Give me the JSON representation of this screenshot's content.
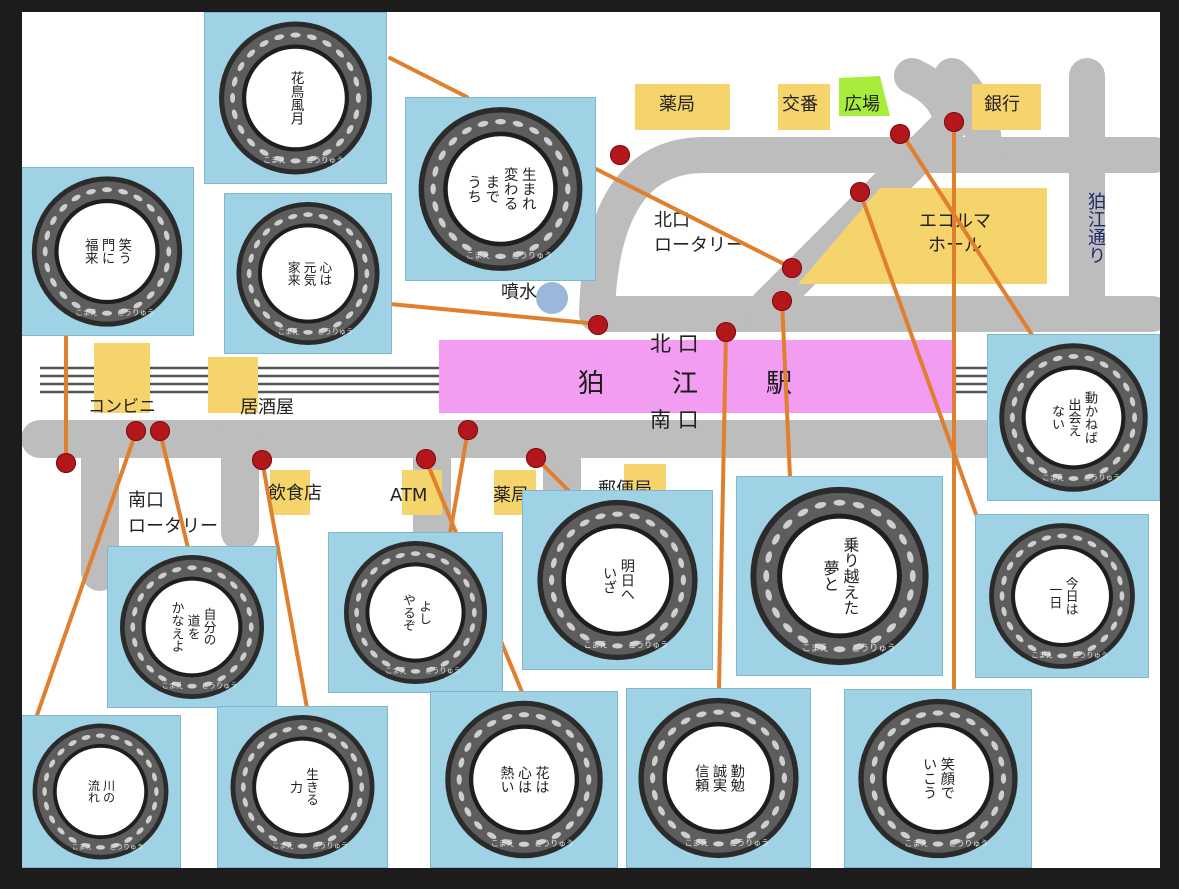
{
  "station": {
    "c1": "狛",
    "c2": "江",
    "c3": "駅"
  },
  "exits": {
    "north": "北 口",
    "south": "南 口"
  },
  "places": {
    "pharmacy_north": "薬局",
    "police_box": "交番",
    "plaza": "広場",
    "bank": "銀行",
    "north_rotary": "北口\nロータリー",
    "ecoma_hall": "エコルマ\nホール",
    "fountain": "噴水",
    "komae_street": "狛江通り",
    "convenience": "コンビニ",
    "izakaya": "居酒屋",
    "south_rotary": "南口\nロータリー",
    "restaurant": "飲食店",
    "atm": "ATM",
    "pharmacy_south": "薬局",
    "post_office": "郵便局"
  },
  "covers": [
    {
      "id": 1,
      "poem": "花鳥風月"
    },
    {
      "id": 2,
      "poem": "生まれ\n変わる\nまで\nうち"
    },
    {
      "id": 3,
      "poem": "笑う\n門に\n福来"
    },
    {
      "id": 4,
      "poem": "心は\n元気\n家来"
    },
    {
      "id": 5,
      "poem": "動かねば\n出会え\nない"
    },
    {
      "id": 6,
      "poem": "自分の\n道を\nかなえよ"
    },
    {
      "id": 7,
      "poem": "よし\nやるぞ"
    },
    {
      "id": 8,
      "poem": "明日へ\nいざ"
    },
    {
      "id": 9,
      "poem": "乗り越えた\n夢と"
    },
    {
      "id": 10,
      "poem": "今日は\n一日"
    },
    {
      "id": 11,
      "poem": "川の\n流れ"
    },
    {
      "id": 12,
      "poem": "生きる\n力"
    },
    {
      "id": 13,
      "poem": "花は\n心は\n熱い"
    },
    {
      "id": 14,
      "poem": "勤勉\n誠実\n信頼"
    },
    {
      "id": 15,
      "poem": "笑顔で\nいこう"
    }
  ],
  "cover_ring_text": {
    "left": "こまえ",
    "right": "ごうりゅう"
  },
  "colors": {
    "road": "#bdbdbd",
    "station": "#f29cf2",
    "building": "#f6d46c",
    "plaza": "#a8ec3c",
    "line": "#e07f2e",
    "dot": "#b3171b",
    "card": "#9fd2e4",
    "fountain": "#9bb7dc"
  }
}
